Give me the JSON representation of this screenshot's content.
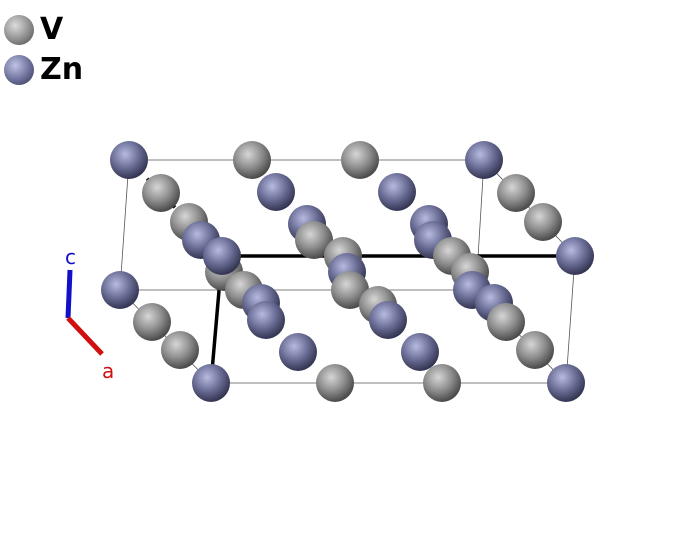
{
  "legend": {
    "items": [
      {
        "label": "V",
        "color": "#8c8c8c"
      },
      {
        "label": "Zn",
        "color": "#6b6e96"
      }
    ]
  },
  "axes": {
    "c": {
      "label": "c",
      "color": "#1010c8"
    },
    "a": {
      "label": "a",
      "color": "#d01010"
    }
  },
  "colors": {
    "V": "#8c8c8c",
    "Zn": "#6b6e96",
    "cell_edge": "#555555",
    "bond": "#000000"
  }
}
